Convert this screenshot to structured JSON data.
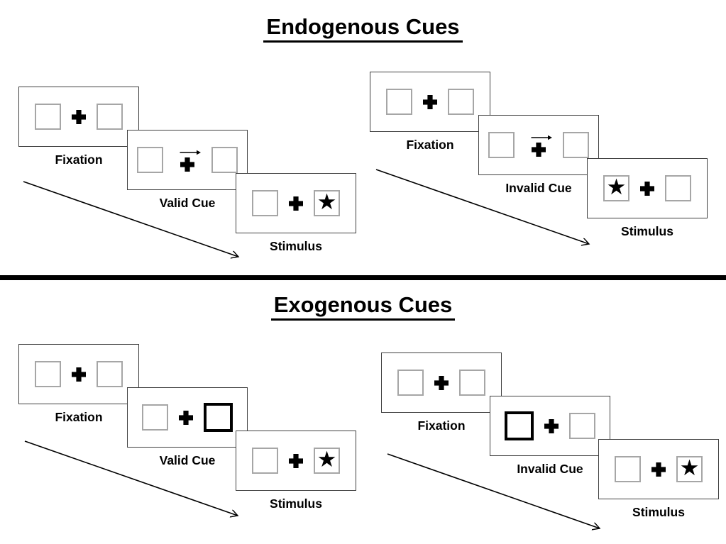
{
  "sections": [
    {
      "title": "Endogenous Cues",
      "sequences": [
        {
          "name": "valid",
          "panels": [
            {
              "label": "Fixation",
              "left": {
                "border": "gray",
                "content": "empty"
              },
              "center": {
                "plus": true,
                "arrow": false
              },
              "right": {
                "border": "gray",
                "content": "empty"
              }
            },
            {
              "label": "Valid Cue",
              "left": {
                "border": "gray",
                "content": "empty"
              },
              "center": {
                "plus": true,
                "arrow": true
              },
              "right": {
                "border": "gray",
                "content": "empty"
              }
            },
            {
              "label": "Stimulus",
              "left": {
                "border": "gray",
                "content": "empty"
              },
              "center": {
                "plus": true,
                "arrow": false
              },
              "right": {
                "border": "gray",
                "content": "star"
              }
            }
          ]
        },
        {
          "name": "invalid",
          "panels": [
            {
              "label": "Fixation",
              "left": {
                "border": "gray",
                "content": "empty"
              },
              "center": {
                "plus": true,
                "arrow": false
              },
              "right": {
                "border": "gray",
                "content": "empty"
              }
            },
            {
              "label": "Invalid Cue",
              "left": {
                "border": "gray",
                "content": "empty"
              },
              "center": {
                "plus": true,
                "arrow": true
              },
              "right": {
                "border": "gray",
                "content": "empty"
              }
            },
            {
              "label": "Stimulus",
              "left": {
                "border": "gray",
                "content": "star"
              },
              "center": {
                "plus": true,
                "arrow": false
              },
              "right": {
                "border": "gray",
                "content": "empty"
              }
            }
          ]
        }
      ]
    },
    {
      "title": "Exogenous Cues",
      "sequences": [
        {
          "name": "valid",
          "panels": [
            {
              "label": "Fixation",
              "left": {
                "border": "gray",
                "content": "empty"
              },
              "center": {
                "plus": true,
                "arrow": false
              },
              "right": {
                "border": "gray",
                "content": "empty"
              }
            },
            {
              "label": "Valid Cue",
              "left": {
                "border": "gray",
                "content": "empty"
              },
              "center": {
                "plus": true,
                "arrow": false
              },
              "right": {
                "border": "black-thick",
                "content": "empty"
              }
            },
            {
              "label": "Stimulus",
              "left": {
                "border": "gray",
                "content": "empty"
              },
              "center": {
                "plus": true,
                "arrow": false
              },
              "right": {
                "border": "gray",
                "content": "star"
              }
            }
          ]
        },
        {
          "name": "invalid",
          "panels": [
            {
              "label": "Fixation",
              "left": {
                "border": "gray",
                "content": "empty"
              },
              "center": {
                "plus": true,
                "arrow": false
              },
              "right": {
                "border": "gray",
                "content": "empty"
              }
            },
            {
              "label": "Invalid Cue",
              "left": {
                "border": "black-thick",
                "content": "empty"
              },
              "center": {
                "plus": true,
                "arrow": false
              },
              "right": {
                "border": "gray",
                "content": "empty"
              }
            },
            {
              "label": "Stimulus",
              "left": {
                "border": "gray",
                "content": "empty"
              },
              "center": {
                "plus": true,
                "arrow": false
              },
              "right": {
                "border": "gray",
                "content": "star"
              }
            }
          ]
        }
      ]
    }
  ],
  "glyphs": {
    "star": "★",
    "cue_arrow_direction": "right"
  },
  "colors": {
    "background": "#ffffff",
    "ink": "#000000",
    "panel_border": "#3f3f3f",
    "square_border": "#a6a6a6",
    "cue_square_border": "#000000",
    "divider": "#000000"
  }
}
